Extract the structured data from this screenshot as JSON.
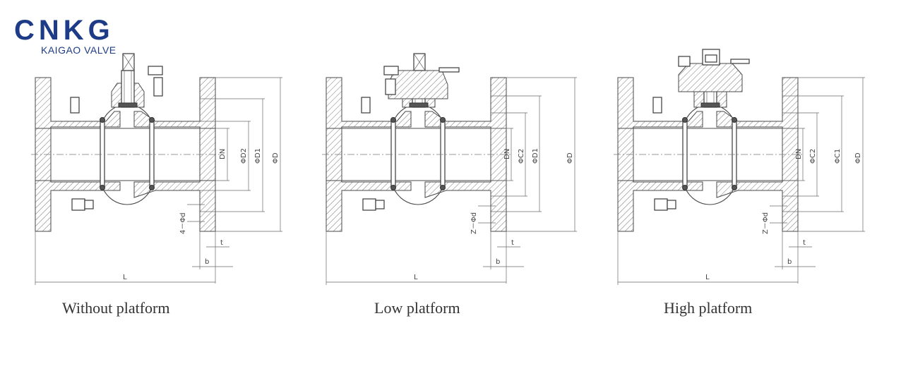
{
  "logo": {
    "wordmark": "CNKG",
    "subtitle": "KAIGAO VALVE",
    "color": "#1d3b86"
  },
  "views": [
    {
      "caption": "Without platform",
      "dims": {
        "dn": "DN",
        "d2": "ΦD2",
        "d1": "ΦD1",
        "d": "ΦD",
        "bolt": "4－Φd",
        "t": "t",
        "b": "b",
        "l": "L"
      }
    },
    {
      "caption": "Low platform",
      "dims": {
        "dn": "DN",
        "d2": "ΦC2",
        "d1": "ΦD1",
        "d": "ΦD",
        "bolt": "Z－Φd",
        "t": "t",
        "b": "b",
        "l": "L"
      }
    },
    {
      "caption": "High platform",
      "dims": {
        "dn": "DN",
        "d2": "ΦC2",
        "d1": "ΦC1",
        "d": "ΦD",
        "bolt": "Z－Φd",
        "t": "t",
        "b": "b",
        "l": "L"
      }
    }
  ]
}
